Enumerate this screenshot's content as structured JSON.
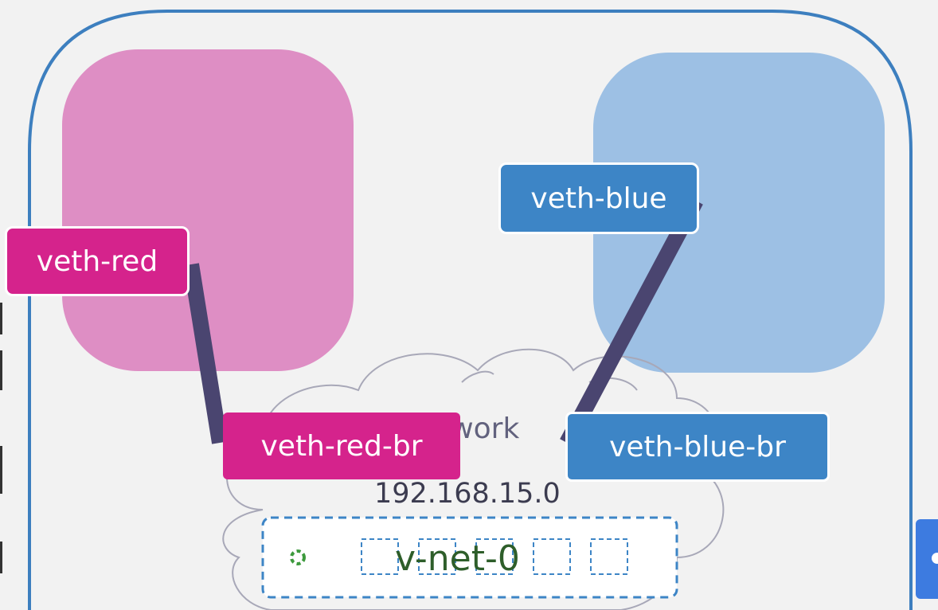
{
  "diagram": {
    "interfaces": {
      "veth_red": "veth-red",
      "veth_blue": "veth-blue",
      "veth_red_br": "veth-red-br",
      "veth_blue_br": "veth-blue-br"
    },
    "network": {
      "name": "Network",
      "address": "192.168.15.0"
    },
    "bridge": {
      "name": "v-net-0"
    }
  },
  "colors": {
    "red_namespace": "#de8ec4",
    "blue_namespace": "#9dc0e4",
    "red_interface": "#d5238c",
    "blue_interface": "#3d85c6",
    "cable": "#4a4570",
    "host_border": "#3d7fbf"
  }
}
